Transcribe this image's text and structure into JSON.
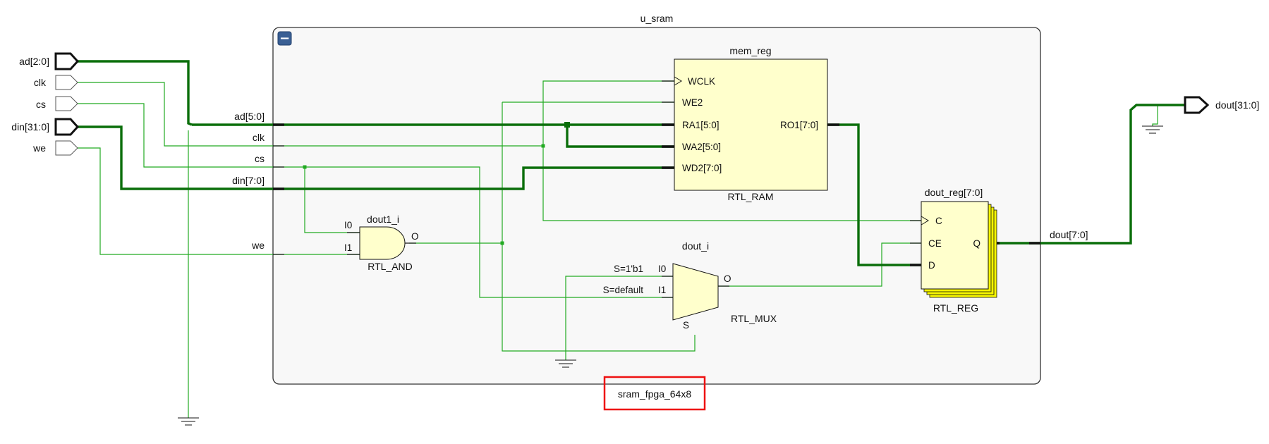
{
  "colors": {
    "wire": "#22aa22",
    "bus": "#0a6e0a",
    "cell_fill": "#ffffcc",
    "reg_stack": "#f6f600",
    "container_fill": "#f8f8f8",
    "collapse_button": "#3a5f94",
    "highlight": "#ee1111"
  },
  "container": {
    "title": "u_sram",
    "module_name": "sram_fpga_64x8",
    "collapse_symbol": "−"
  },
  "top_ports": {
    "inputs": [
      "ad[2:0]",
      "clk",
      "cs",
      "din[31:0]",
      "we"
    ],
    "output": "dout[31:0]"
  },
  "internal_nets": {
    "ad": "ad[5:0]",
    "clk": "clk",
    "cs": "cs",
    "din": "din[7:0]",
    "we": "we",
    "dout": "dout[7:0]"
  },
  "cells": {
    "mem": {
      "instance": "mem_reg",
      "type": "RTL_RAM",
      "pins": [
        "WCLK",
        "WE2",
        "RA1[5:0]",
        "WA2[5:0]",
        "WD2[7:0]",
        "RO1[7:0]"
      ]
    },
    "reg": {
      "instance": "dout_reg[7:0]",
      "type": "RTL_REG",
      "pins": [
        "C",
        "CE",
        "D",
        "Q"
      ]
    },
    "and": {
      "instance": "dout1_i",
      "type": "RTL_AND",
      "pins": [
        "I0",
        "I1",
        "O"
      ]
    },
    "mux": {
      "instance": "dout_i",
      "type": "RTL_MUX",
      "pins": [
        "I0",
        "I1",
        "O",
        "S"
      ],
      "input_conditions": [
        "S=1'b1",
        "S=default"
      ]
    }
  }
}
